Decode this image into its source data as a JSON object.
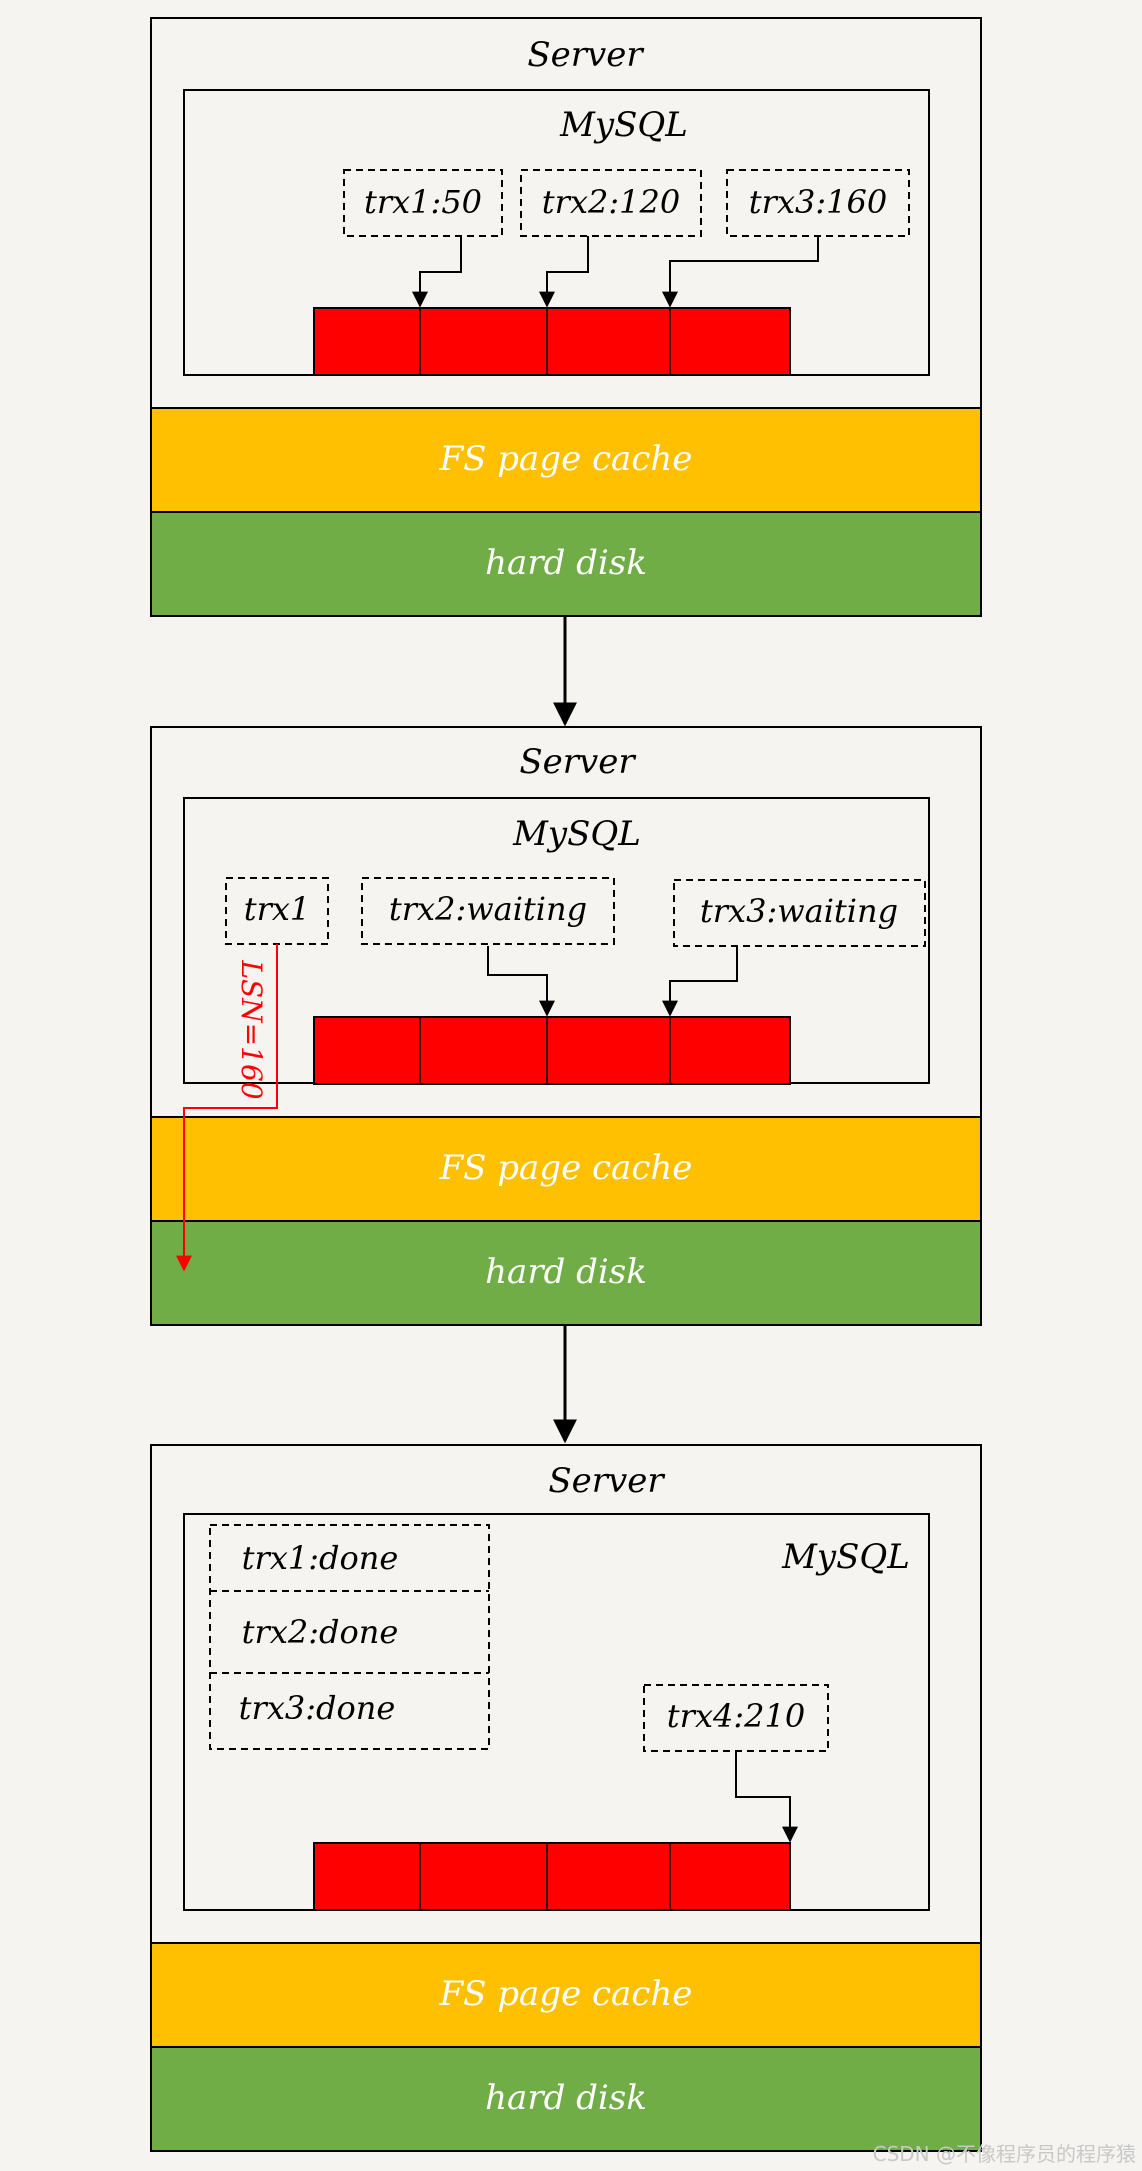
{
  "colors": {
    "background": "#f5f4f0",
    "fs_cache": "#fec000",
    "hard_disk": "#70ad47",
    "buffer": "#ff0000",
    "lsn_annotation": "#ff0000",
    "border": "#000000"
  },
  "stages": [
    {
      "server_label": "Server",
      "mysql_label": "MySQL",
      "fs_label": "FS page cache",
      "disk_label": "hard disk",
      "transactions": [
        "trx1:50",
        "trx2:120",
        "trx3:160"
      ]
    },
    {
      "server_label": "Server",
      "mysql_label": "MySQL",
      "fs_label": "FS page cache",
      "disk_label": "hard disk",
      "transactions": [
        "trx1",
        "trx2:waiting",
        "trx3:waiting"
      ],
      "lsn_label": "LSN=160"
    },
    {
      "server_label": "Server",
      "mysql_label": "MySQL",
      "fs_label": "FS page cache",
      "disk_label": "hard disk",
      "transactions": [
        "trx1:done",
        "trx2:done",
        "trx3:done",
        "trx4:210"
      ]
    }
  ],
  "watermark": "CSDN @不像程序员的程序猿"
}
